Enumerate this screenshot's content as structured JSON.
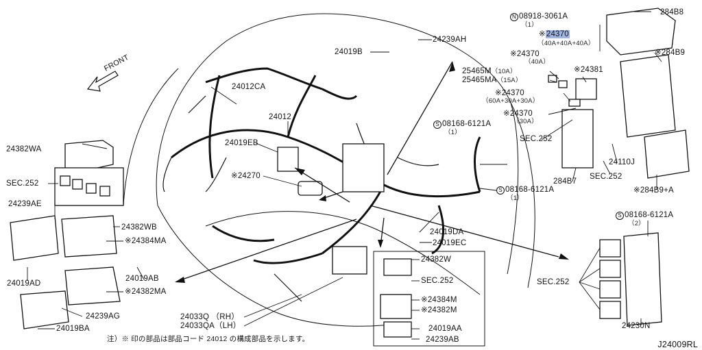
{
  "figure": {
    "front_label": "FRONT",
    "drawing_code": "J24009RL",
    "footnote": "注）※ 印の部品は部品コード 24012 の構成部品を示します。"
  },
  "labels": {
    "p24239AH": "24239AH",
    "p24019B": "24019B",
    "p24012CA": "24012CA",
    "p24012": "24012",
    "p24019EB": "24019EB",
    "p24270": "※24270",
    "p24382WA": "24382WA",
    "sec252_left": "SEC.252",
    "p24239AE": "24239AE",
    "p24382WB": "24382WB",
    "p24384MA": "※24384MA",
    "p24019AB": "24019AB",
    "p24382MA": "※24382MA",
    "p24019AD": "24019AD",
    "p24239AG": "24239AG",
    "p24019BA": "24019BA",
    "p24033Q": "24033Q （RH）",
    "p24033QA": "24033QA（LH）",
    "p24019DA": "24019DA",
    "p24019EC": "24019EC",
    "p24382W": "24382W",
    "sec252_box": "SEC.252",
    "p24384M": "※24384M",
    "p24382M": "※24382M",
    "p24019AA": "24019AA",
    "p24239AB": "24239AB",
    "n08918": "08918-3061A",
    "n08918_qty": "（1）",
    "p24370_top": "24370",
    "p24370_top_mark": "※",
    "p24370_top_sub": "（40A+40A+40A）",
    "p24370_b": "※24370",
    "p24370_b_sub": "（40A）",
    "p25465M": "25465M",
    "p25465M_sub": "（10A）",
    "p25465MA": "25465MA",
    "p25465MA_sub": "（15A）",
    "p24370_c": "※24370",
    "p24370_c_sub": "（60A+30A+30A）",
    "p24370_d": "※24370",
    "p24370_d_sub": "（30A）",
    "p24381": "※24381",
    "p284B8": "284B8",
    "p284B9": "※284B9",
    "s08168_a": "08168-6121A",
    "s08168_a_qty": "（1）",
    "s08168_b": "08168-6121A",
    "s08168_b_qty": "（1）",
    "sec252_r1": "SEC.252",
    "p284B7": "284B7",
    "sec252_r2": "SEC.252",
    "p24110J": "24110J",
    "p284B9A": "※284B9+A",
    "s08168_c": "08168-6121A",
    "s08168_c_qty": "（2）",
    "sec252_r3": "SEC.252",
    "p24230N": "24230N",
    "circle_s": "S",
    "circle_n": "N"
  },
  "colors": {
    "line": "#111111",
    "highlight": "#9fb5e6",
    "background": "#ffffff"
  }
}
